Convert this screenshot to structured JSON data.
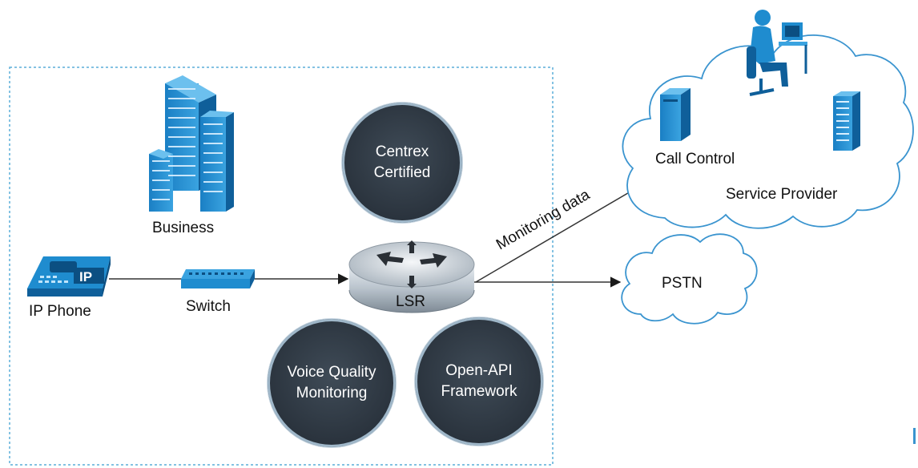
{
  "business": {
    "label": "Business"
  },
  "ip_phone": {
    "label": "IP Phone",
    "badge": "IP"
  },
  "switch": {
    "label": "Switch"
  },
  "router": {
    "label": "LSR"
  },
  "features": {
    "centrex": {
      "line1": "Centrex",
      "line2": "Certified"
    },
    "voice_quality": {
      "line1": "Voice Quality",
      "line2": "Monitoring"
    },
    "open_api": {
      "line1": "Open-API",
      "line2": "Framework"
    }
  },
  "links": {
    "monitoring": "Monitoring data"
  },
  "service_provider": {
    "label": "Service Provider",
    "call_control": "Call Control"
  },
  "pstn": {
    "label": "PSTN"
  },
  "colors": {
    "accent_blue": "#1f8ccf",
    "dark_circle": "#2f3943",
    "border": "#5aaed8"
  }
}
